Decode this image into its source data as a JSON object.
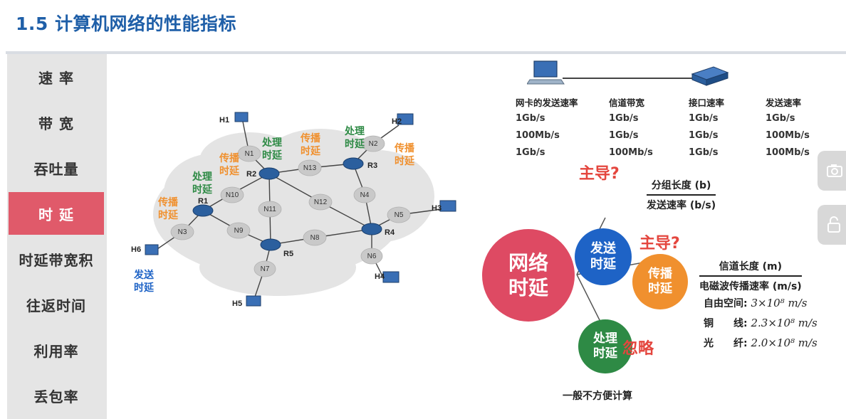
{
  "title": "1.5 计算机网络的性能指标",
  "sidebar": {
    "items": [
      {
        "label": "速 率"
      },
      {
        "label": "带 宽"
      },
      {
        "label": "吞吐量"
      },
      {
        "label": "时 延",
        "active": true
      },
      {
        "label": "时延带宽积"
      },
      {
        "label": "往返时间"
      },
      {
        "label": "利用率"
      },
      {
        "label": "丢包率"
      }
    ]
  },
  "network": {
    "hosts": [
      "H1",
      "H2",
      "H3",
      "H4",
      "H5",
      "H6"
    ],
    "routers": [
      "R1",
      "R2",
      "R3",
      "R4",
      "R5"
    ],
    "nets": [
      "N1",
      "N2",
      "N3",
      "N4",
      "N5",
      "N6",
      "N7",
      "N8",
      "N9",
      "N10",
      "N11",
      "N12",
      "N13"
    ],
    "labels": {
      "proc1": "处理\n时延",
      "prop1": "传播\n时延",
      "proc2": "处理\n时延",
      "prop2": "传播\n时延",
      "proc3": "处理\n时延",
      "prop3": "传播\n时延",
      "prop4": "传播\n时延",
      "send": "发送\n时延"
    }
  },
  "rate_table": {
    "headers": [
      "网卡的发送速率",
      "信道带宽",
      "接口速率",
      "发送速率"
    ],
    "rows": [
      [
        "1Gb/s",
        "1Gb/s",
        "1Gb/s",
        "1Gb/s"
      ],
      [
        "100Mb/s",
        "1Gb/s",
        "1Gb/s",
        "100Mb/s"
      ],
      [
        "1Gb/s",
        "100Mb/s",
        "1Gb/s",
        "100Mb/s"
      ]
    ]
  },
  "diagram": {
    "network_delay": "网络\n时延",
    "send_delay": "发送\n时延",
    "prop_delay": "传播\n时延",
    "proc_delay": "处理\n时延",
    "dominant1": "主导?",
    "dominant2": "主导?",
    "ignore": "忽略",
    "send_formula": {
      "num": "分组长度 (b)",
      "den": "发送速率 (b/s)"
    },
    "prop_formula": {
      "num": "信道长度 (m)",
      "den": "电磁波传播速率 (m/s)"
    },
    "speeds": [
      {
        "label": "自由空间:",
        "value": "3×10⁸ m/s"
      },
      {
        "label": "铜　　线:",
        "value": "2.3×10⁸ m/s"
      },
      {
        "label": "光　　纤:",
        "value": "2.0×10⁸ m/s"
      }
    ],
    "note": "一般不方便计算"
  },
  "colors": {
    "title": "#1f5fa8",
    "active": "#e05a6a",
    "network_delay": "#de4a63",
    "send_delay": "#1e63c6",
    "prop_delay": "#f0902e",
    "proc_delay": "#2e8a45",
    "dominant": "#e4463e"
  }
}
